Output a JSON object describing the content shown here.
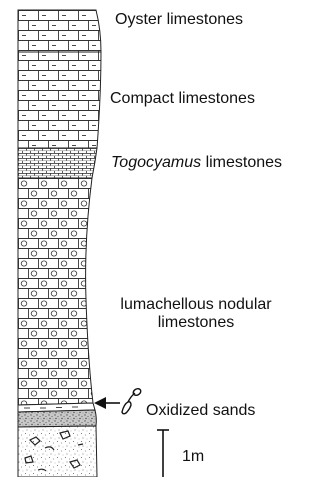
{
  "figure": {
    "labels": {
      "oyster": "Oyster limestones",
      "compact": "Compact limestones",
      "togocyamus_italic": "Togocyamus",
      "togocyamus_rest": " limestones",
      "lumachellous_line1": "lumachellous nodular",
      "lumachellous_line2": "limestones",
      "oxidized": "Oxidized sands",
      "scale": "1m"
    },
    "units": [
      {
        "id": "oyster",
        "pattern": "brick-dash"
      },
      {
        "id": "compact",
        "pattern": "brick-dash"
      },
      {
        "id": "togocyamus",
        "pattern": "dense-brick"
      },
      {
        "id": "lumachellous",
        "pattern": "brick-oval"
      },
      {
        "id": "oxidized",
        "pattern": "stipple-dark"
      },
      {
        "id": "basal-sand",
        "pattern": "stipple-nodules"
      }
    ],
    "icons": [
      "arrow-left-icon",
      "oyster-shell-icon"
    ]
  }
}
